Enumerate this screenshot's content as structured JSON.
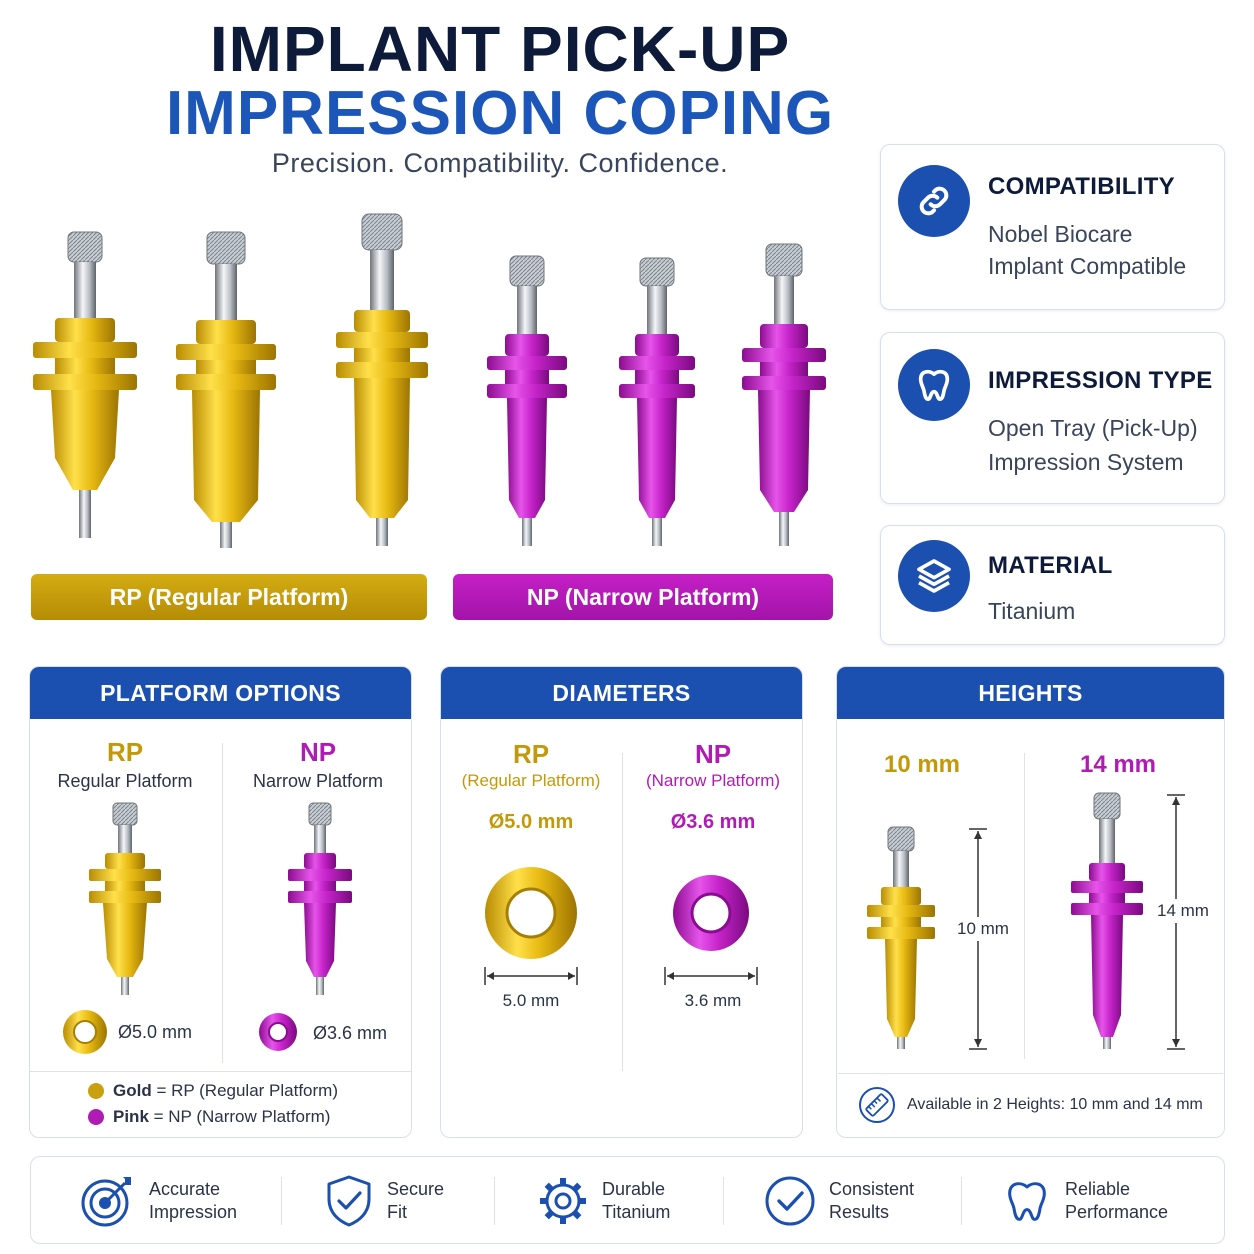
{
  "header": {
    "title_line1": "IMPLANT PICK-UP",
    "title_line2": "IMPRESSION COPING",
    "tagline": "Precision. Compatibility. Confidence."
  },
  "product_labels": {
    "rp": "RP (Regular Platform)",
    "np": "NP (Narrow Platform)"
  },
  "specs": [
    {
      "icon": "link-icon",
      "title": "COMPATIBILITY",
      "lines": [
        "Nobel Biocare",
        "Implant Compatible"
      ]
    },
    {
      "icon": "tooth-icon",
      "title": "IMPRESSION TYPE",
      "lines": [
        "Open Tray (Pick-Up)",
        "Impression System"
      ]
    },
    {
      "icon": "layers-icon",
      "title": "MATERIAL",
      "lines": [
        "Titanium"
      ]
    }
  ],
  "platform_options": {
    "heading": "PLATFORM OPTIONS",
    "rp_code": "RP",
    "rp_name": "Regular Platform",
    "rp_diameter": "Ø5.0 mm",
    "np_code": "NP",
    "np_name": "Narrow Platform",
    "np_diameter": "Ø3.6 mm",
    "legend_gold_word": "Gold",
    "legend_gold_eq": " = RP ",
    "legend_gold_desc": "(Regular Platform)",
    "legend_pink_word": "Pink",
    "legend_pink_eq": " = NP ",
    "legend_pink_desc": "(Narrow Platform)"
  },
  "diameters": {
    "heading": "DIAMETERS",
    "rp_code": "RP",
    "rp_name": "(Regular Platform)",
    "rp_value": "Ø5.0 mm",
    "rp_measure": "5.0 mm",
    "np_code": "NP",
    "np_name": "(Narrow Platform)",
    "np_value": "Ø3.6 mm",
    "np_measure": "3.6 mm"
  },
  "heights": {
    "heading": "HEIGHTS",
    "short_label": "10 mm",
    "short_measure": "10 mm",
    "tall_label": "14 mm",
    "tall_measure": "14 mm",
    "note": "Available in 2 Heights: 10 mm and 14 mm"
  },
  "features": [
    {
      "icon": "target-icon",
      "line1": "Accurate",
      "line2": "Impression"
    },
    {
      "icon": "shield-check-icon",
      "line1": "Secure",
      "line2": "Fit"
    },
    {
      "icon": "gear-icon",
      "line1": "Durable",
      "line2": "Titanium"
    },
    {
      "icon": "check-circle-icon",
      "line1": "Consistent",
      "line2": "Results"
    },
    {
      "icon": "tooth-icon",
      "line1": "Reliable",
      "line2": "Performance"
    }
  ],
  "colors": {
    "brand_blue": "#1b4fb0",
    "title_dark": "#0e1a3a",
    "gold": "#c3990a",
    "pink": "#b11bb5"
  }
}
